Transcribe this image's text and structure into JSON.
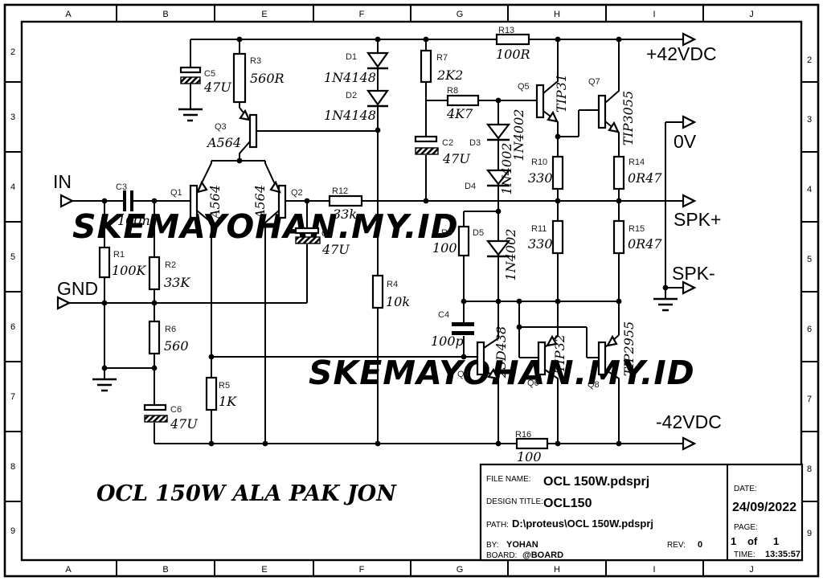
{
  "border": {
    "columns": [
      "A",
      "B",
      "E",
      "F",
      "G",
      "H",
      "I",
      "J"
    ],
    "rows": [
      "2",
      "3",
      "4",
      "5",
      "6",
      "7",
      "8",
      "9"
    ]
  },
  "watermark": {
    "brand": "SKEMAYOHAN.MY.ID",
    "slogan": "OCL 150W ALA PAK JON",
    "color": "#a6d61e"
  },
  "ports": {
    "input": "IN",
    "ground": "GND",
    "vplus": "+42VDC",
    "zero": "0V",
    "spk_plus": "SPK+",
    "spk_minus": "SPK-",
    "vminus": "-42VDC"
  },
  "components": {
    "C5": {
      "ref": "C5",
      "value": "47U"
    },
    "R3": {
      "ref": "R3",
      "value": "560R"
    },
    "D1": {
      "ref": "D1",
      "value": "1N4148"
    },
    "D2": {
      "ref": "D2",
      "value": "1N4148"
    },
    "R13": {
      "ref": "R13",
      "value": "100R"
    },
    "R7": {
      "ref": "R7",
      "value": "2K2"
    },
    "R8": {
      "ref": "R8",
      "value": "4K7"
    },
    "C2": {
      "ref": "C2",
      "value": "47U"
    },
    "D3": {
      "ref": "D3",
      "value": "1N4002"
    },
    "D4": {
      "ref": "D4",
      "value": "1N4002"
    },
    "D5": {
      "ref": "D5",
      "value": "1N4002"
    },
    "Q5": {
      "ref": "Q5",
      "value": "TIP31"
    },
    "Q7": {
      "ref": "Q7",
      "value": "TIP3055"
    },
    "Q3": {
      "ref": "Q3",
      "value": "A564"
    },
    "Q1": {
      "ref": "Q1",
      "value": "A564"
    },
    "Q2": {
      "ref": "Q2",
      "value": "A564"
    },
    "C3": {
      "ref": "C3",
      "value": "100n"
    },
    "R1": {
      "ref": "R1",
      "value": "100K"
    },
    "R2": {
      "ref": "R2",
      "value": "33K"
    },
    "R6": {
      "ref": "R6",
      "value": "560"
    },
    "R5": {
      "ref": "R5",
      "value": "1K"
    },
    "C6": {
      "ref": "C6",
      "value": "47U"
    },
    "R12": {
      "ref": "R12",
      "value": "33k"
    },
    "C1": {
      "ref": "C1",
      "value": "47U"
    },
    "R4": {
      "ref": "R4",
      "value": "10k"
    },
    "R9": {
      "ref": "R9",
      "value": "100"
    },
    "D5b": {
      "ref": "D5",
      "value": "1N4002"
    },
    "R10": {
      "ref": "R10",
      "value": "330"
    },
    "R11": {
      "ref": "R11",
      "value": "330"
    },
    "R14": {
      "ref": "R14",
      "value": "0R47"
    },
    "R15": {
      "ref": "R15",
      "value": "0R47"
    },
    "Q4": {
      "ref": "Q4",
      "value": "2SD438"
    },
    "Q6": {
      "ref": "Q6",
      "value": "TIP32"
    },
    "Q8": {
      "ref": "Q8",
      "value": "TIP2955"
    },
    "C4": {
      "ref": "C4",
      "value": "100p"
    },
    "R16": {
      "ref": "R16",
      "value": "100"
    }
  },
  "title_block": {
    "file_label": "FILE NAME:",
    "file_value": "OCL 150W.pdsprj",
    "design_label": "DESIGN TITLE:",
    "design_value": "OCL150",
    "path_label": "PATH:",
    "path_value": "D:\\proteus\\OCL 150W.pdsprj",
    "by_label": "BY:",
    "by_value": "YOHAN",
    "rev_label": "REV:",
    "rev_value": "0",
    "board_label": "BOARD:",
    "board_value": "@BOARD",
    "date_label": "DATE:",
    "date_value": "24/09/2022",
    "page_label": "PAGE:",
    "page": {
      "num": "1",
      "of_word": "of",
      "total": "1"
    },
    "time_label": "TIME:",
    "time_value": "13:35:57"
  }
}
